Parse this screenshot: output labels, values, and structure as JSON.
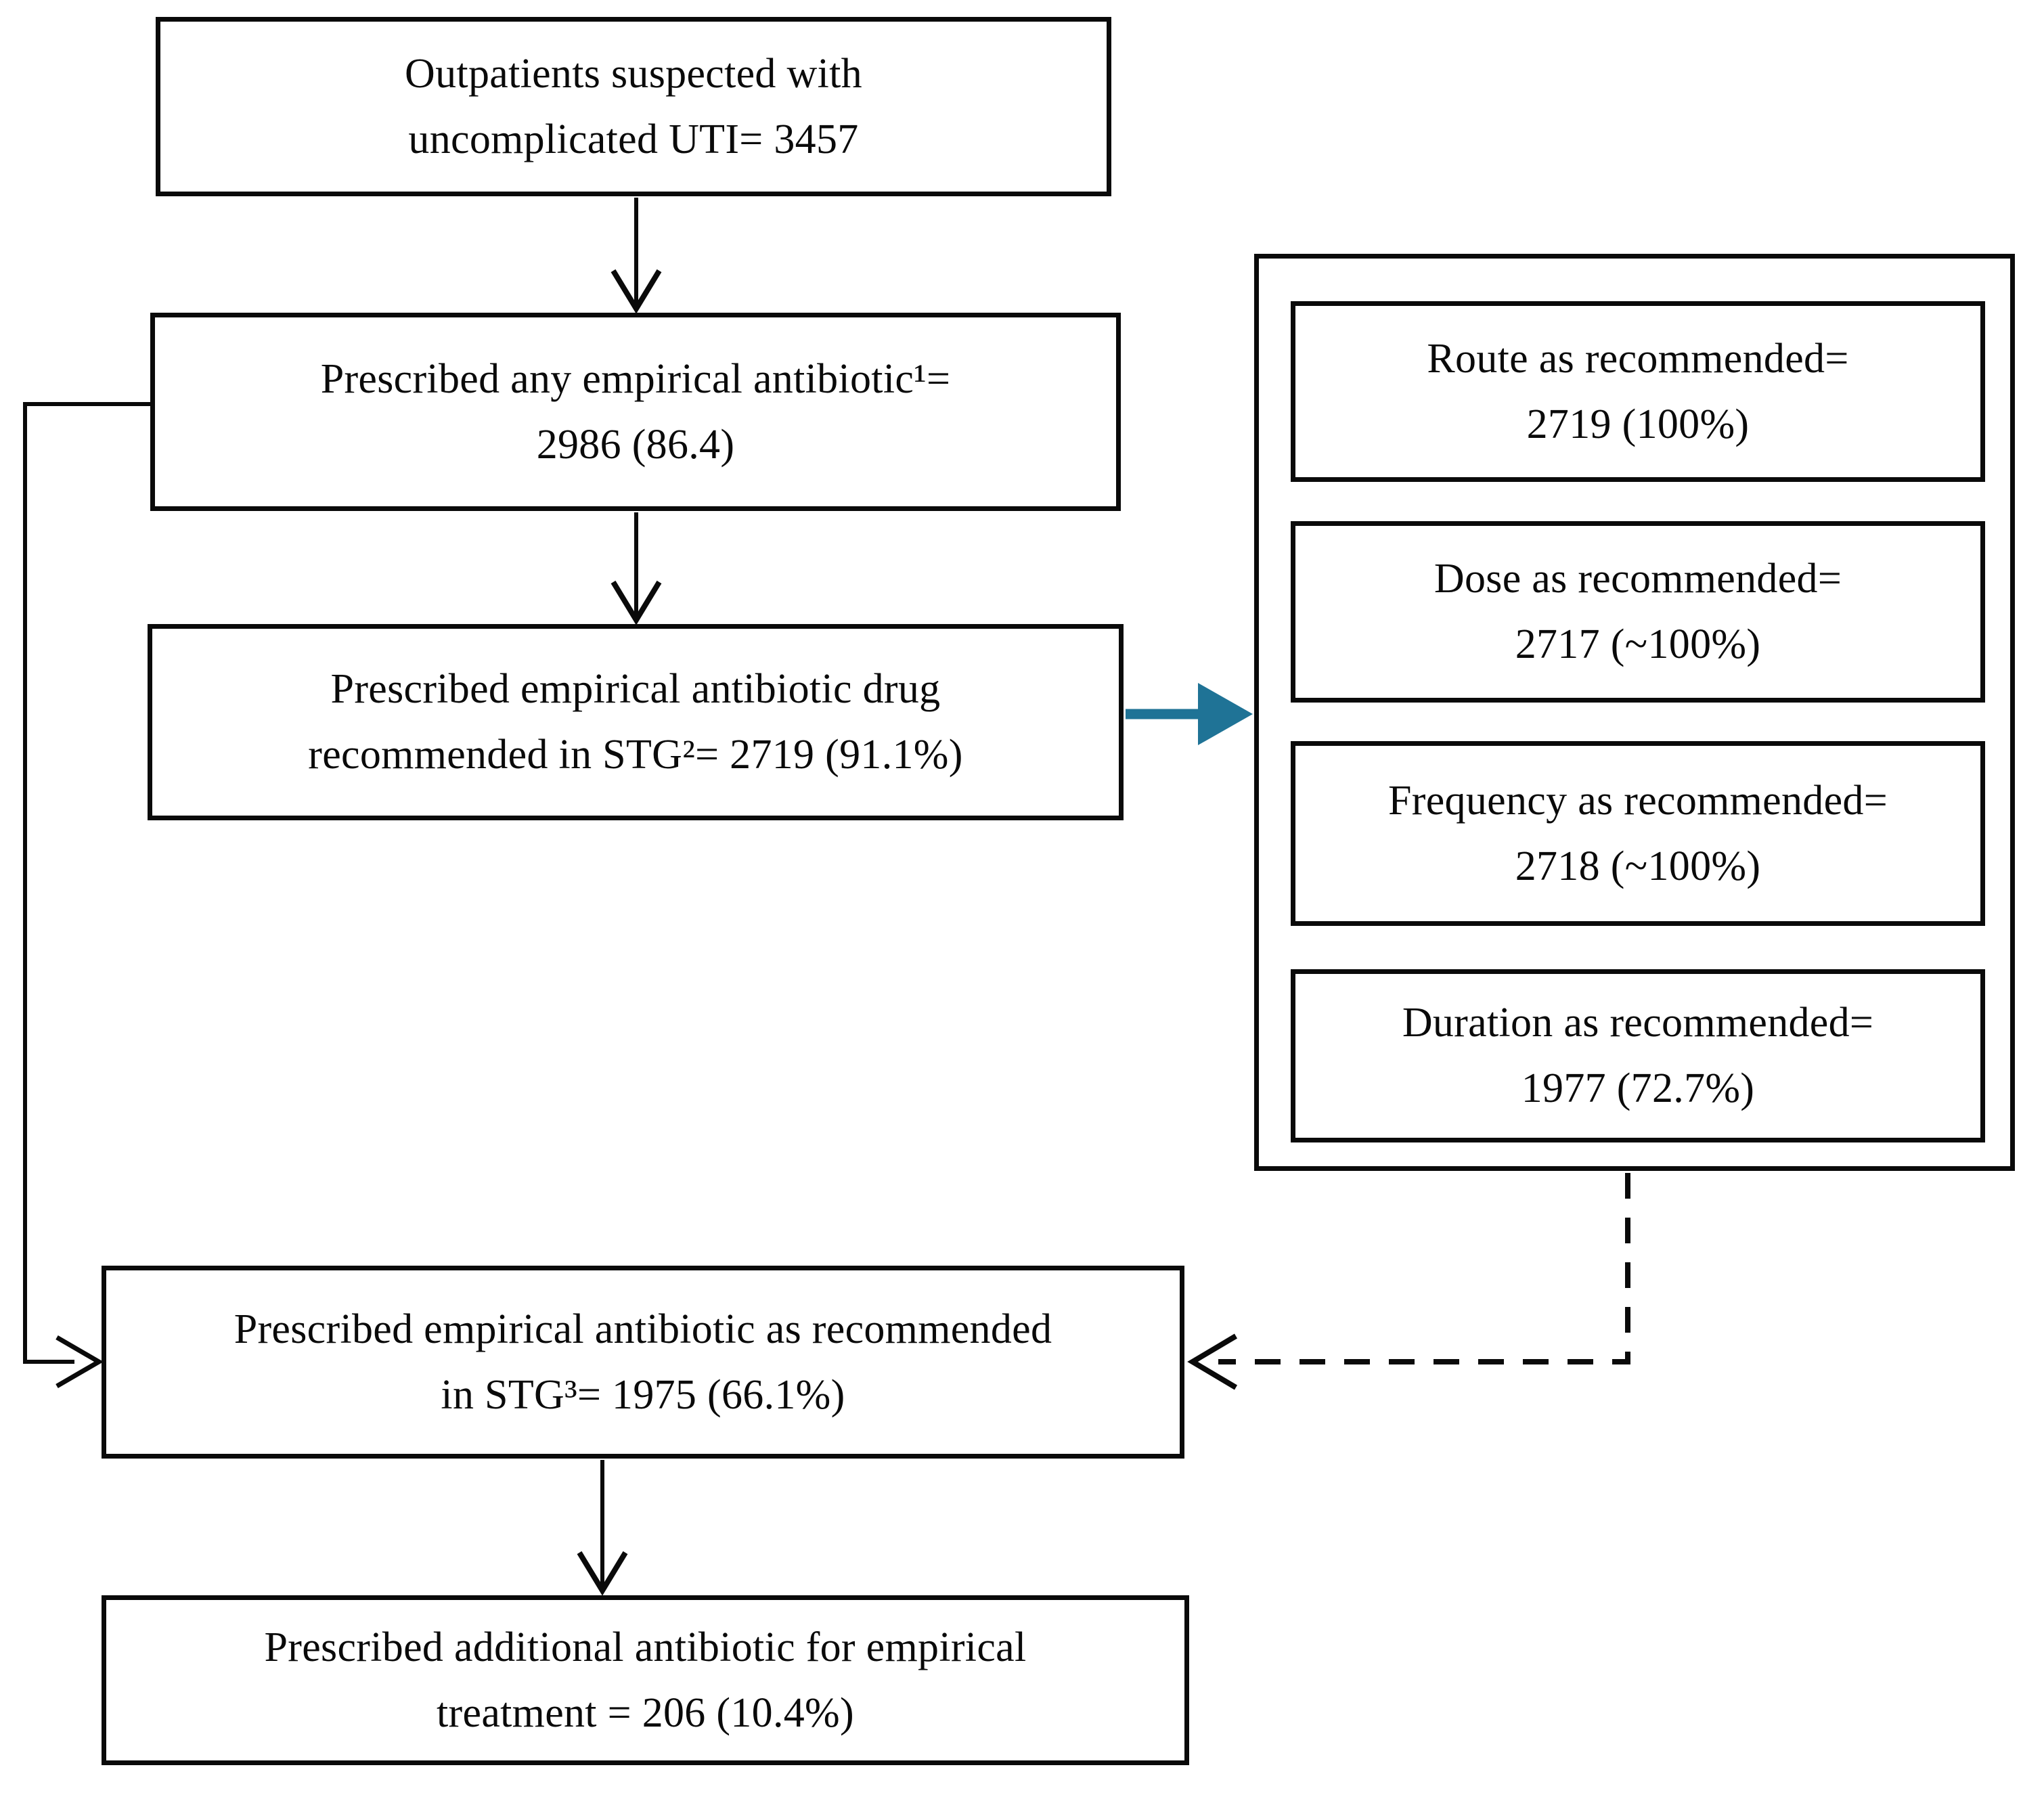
{
  "boxes": {
    "outpatients": {
      "line1": "Outpatients suspected with",
      "line2": "uncomplicated UTI= 3457"
    },
    "prescribed_any": {
      "line1": "Prescribed any empirical antibiotic¹=",
      "line2": "2986 (86.4)"
    },
    "prescribed_stg_drug": {
      "line1": "Prescribed empirical antibiotic drug",
      "line2": "recommended in STG²= 2719 (91.1%)"
    },
    "route": {
      "line1": "Route as recommended=",
      "line2": "2719 (100%)"
    },
    "dose": {
      "line1": "Dose as recommended=",
      "line2": "2717 (~100%)"
    },
    "frequency": {
      "line1": "Frequency as recommended=",
      "line2": "2718 (~100%)"
    },
    "duration": {
      "line1": "Duration as recommended=",
      "line2": "1977 (72.7%)"
    },
    "prescribed_as_recommended": {
      "line1": "Prescribed empirical antibiotic as recommended",
      "line2": "in STG³= 1975 (66.1%)"
    },
    "additional_antibiotic": {
      "line1": "Prescribed additional antibiotic for empirical",
      "line2": "treatment = 206 (10.4%)"
    }
  },
  "colors": {
    "line": "#0a0a0a",
    "accent_arrow": "#1F7396",
    "box_background": "#FFFFFF"
  }
}
